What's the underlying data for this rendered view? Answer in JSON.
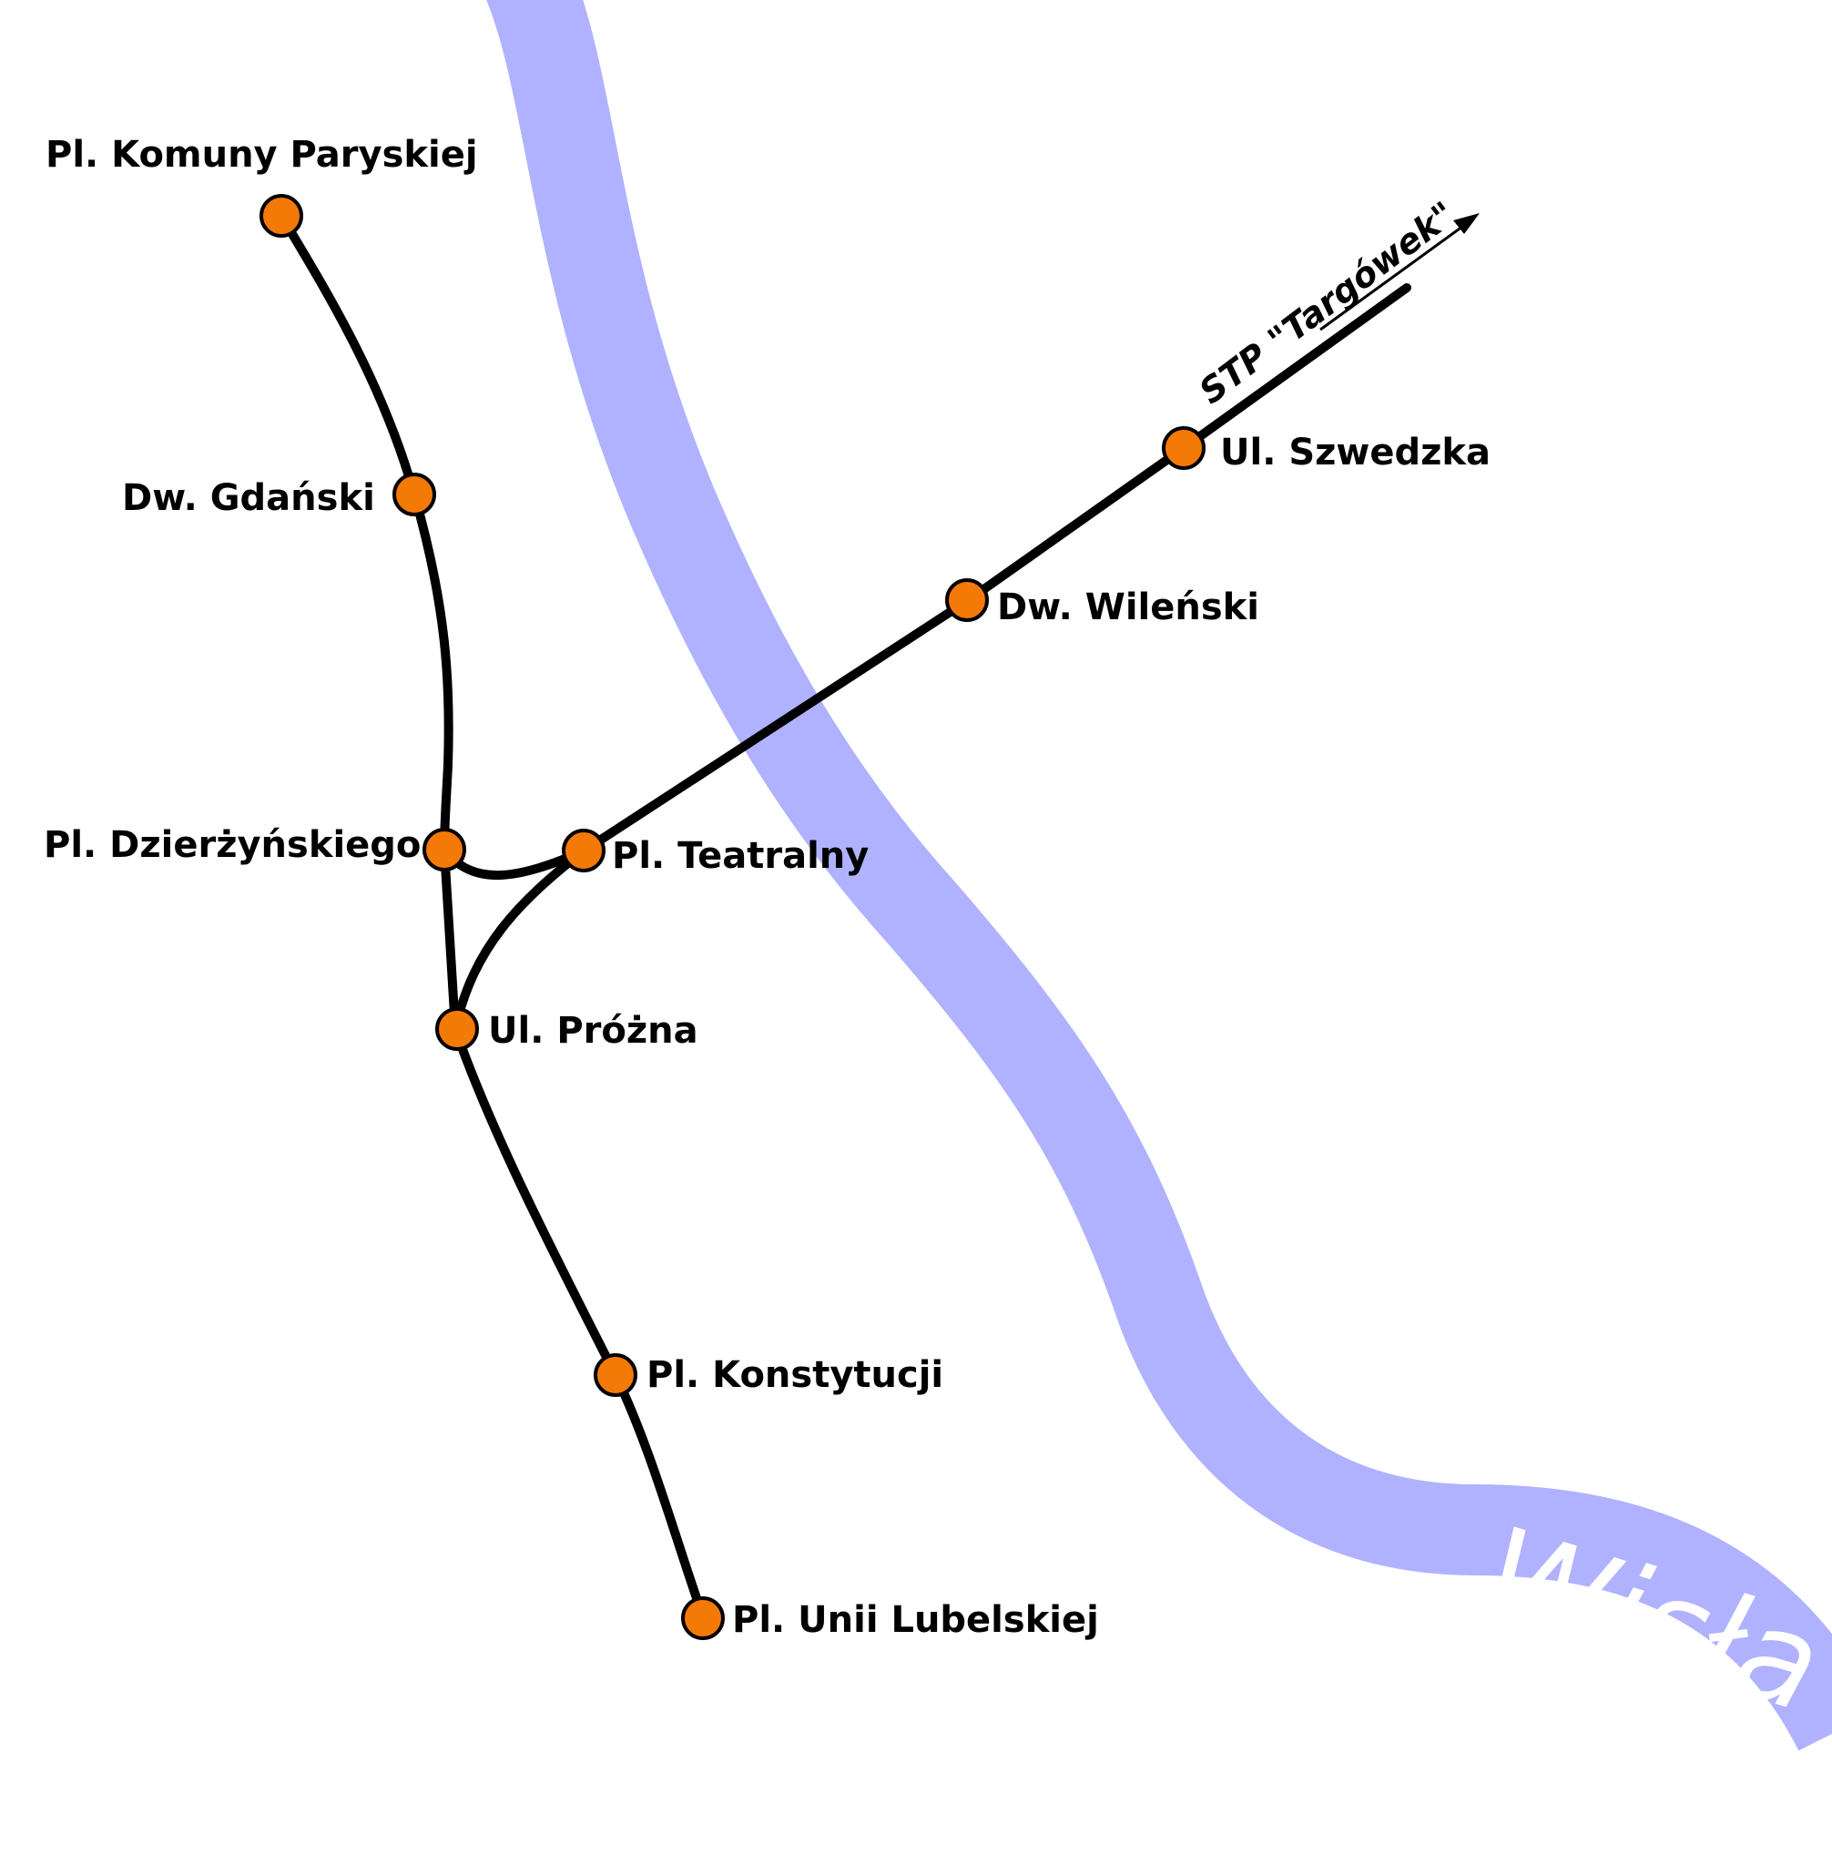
{
  "colors": {
    "river": "#b0b2ff",
    "track": "#000000",
    "station": "#f47a07",
    "background": "#ffffff"
  },
  "river": {
    "name": "Wisła"
  },
  "depot": {
    "label": "STP \"Targówek\""
  },
  "stations": {
    "pl_komuny_paryskiej": "Pl. Komuny Paryskiej",
    "dw_gdanski": "Dw. Gdański",
    "pl_dzierzynskiego": "Pl. Dzierżyńskiego",
    "pl_teatralny": "Pl. Teatralny",
    "ul_prozna": "Ul. Próżna",
    "pl_konstytucji": "Pl. Konstytucji",
    "pl_unii_lubelskiej": "Pl. Unii Lubelskiej",
    "dw_wilenski": "Dw. Wileński",
    "ul_szwedzka": "Ul. Szwedzka"
  }
}
